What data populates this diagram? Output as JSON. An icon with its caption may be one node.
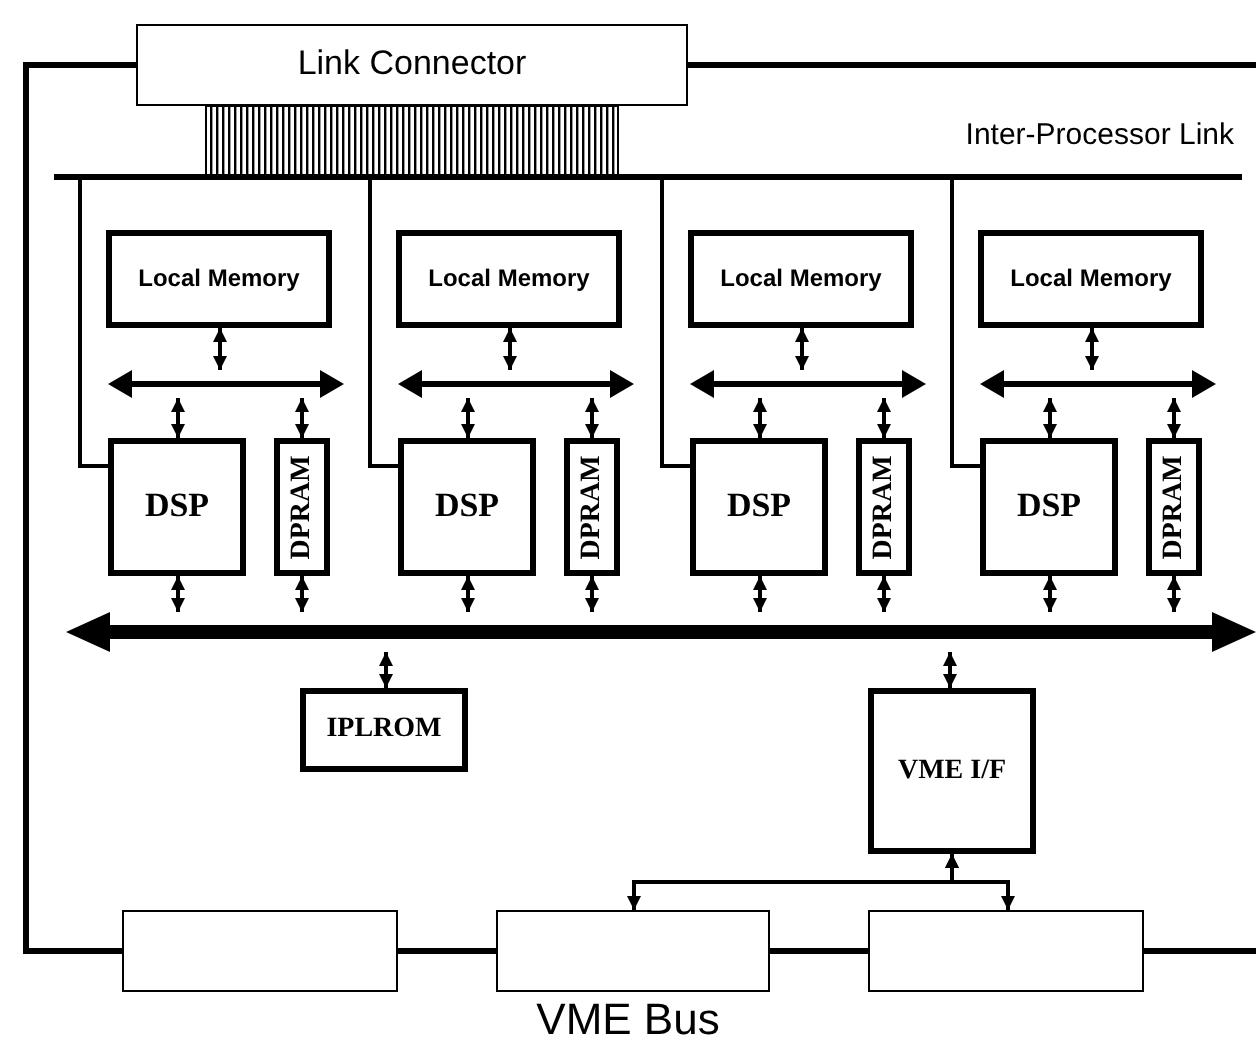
{
  "diagram": {
    "nodes": [
      {
        "text": [
          "Link Connector"
        ]
      },
      {
        "text": [
          "Inter-Processor Link"
        ]
      },
      {
        "text": [
          "Local Memory"
        ]
      },
      {
        "text": [],
        "shape": "bar"
      },
      {
        "text": [
          "DSP"
        ]
      },
      {
        "text": [
          "DPRAM"
        ]
      },
      {
        "text": [
          "Local Memory"
        ]
      },
      {
        "text": [],
        "shape": "bar"
      },
      {
        "text": [
          "DSP"
        ]
      },
      {
        "text": [
          "DPRAM"
        ]
      },
      {
        "text": [
          "Local Memory"
        ]
      },
      {
        "text": [],
        "shape": "bar"
      },
      {
        "text": [
          "DSP"
        ]
      },
      {
        "text": [
          "DPRAM"
        ]
      },
      {
        "text": [
          "Local Memory"
        ]
      },
      {
        "text": [],
        "shape": "bar"
      },
      {
        "text": [
          "DSP"
        ]
      },
      {
        "text": [
          "DPRAM"
        ]
      },
      {
        "text": [],
        "shape": "bar"
      },
      {
        "text": [
          "IPLROM"
        ]
      },
      {
        "text": [
          "VME I/F"
        ]
      },
      {
        "text": [],
        "shape": "box"
      },
      {
        "text": [],
        "shape": "box"
      },
      {
        "text": [],
        "shape": "box"
      }
    ],
    "edges": [
      {
        "from": 0,
        "to": 21,
        "arrow": "none"
      },
      {
        "from": 21,
        "to": 22,
        "arrow": "none"
      },
      {
        "from": 22,
        "to": 23,
        "arrow": "none"
      },
      {
        "from": 23,
        "to": null,
        "arrow": "none"
      },
      {
        "from": 0,
        "to": null,
        "arrow": "none"
      },
      {
        "from": 1,
        "to": 4,
        "arrow": "none"
      },
      {
        "from": 2,
        "to": 3,
        "arrow": "both"
      },
      {
        "from": 3,
        "to": 4,
        "arrow": "both"
      },
      {
        "from": 3,
        "to": 5,
        "arrow": "both"
      },
      {
        "from": 4,
        "to": 18,
        "arrow": "both"
      },
      {
        "from": 5,
        "to": 18,
        "arrow": "both"
      },
      {
        "from": 1,
        "to": 8,
        "arrow": "none"
      },
      {
        "from": 6,
        "to": 7,
        "arrow": "both"
      },
      {
        "from": 7,
        "to": 8,
        "arrow": "both"
      },
      {
        "from": 7,
        "to": 9,
        "arrow": "both"
      },
      {
        "from": 8,
        "to": 18,
        "arrow": "both"
      },
      {
        "from": 9,
        "to": 18,
        "arrow": "both"
      },
      {
        "from": 1,
        "to": 12,
        "arrow": "none"
      },
      {
        "from": 10,
        "to": 11,
        "arrow": "both"
      },
      {
        "from": 11,
        "to": 12,
        "arrow": "both"
      },
      {
        "from": 11,
        "to": 13,
        "arrow": "both"
      },
      {
        "from": 12,
        "to": 18,
        "arrow": "both"
      },
      {
        "from": 13,
        "to": 18,
        "arrow": "both"
      },
      {
        "from": 1,
        "to": 16,
        "arrow": "none"
      },
      {
        "from": 14,
        "to": 15,
        "arrow": "both"
      },
      {
        "from": 15,
        "to": 16,
        "arrow": "both"
      },
      {
        "from": 15,
        "to": 17,
        "arrow": "both"
      },
      {
        "from": 16,
        "to": 18,
        "arrow": "both"
      },
      {
        "from": 17,
        "to": 18,
        "arrow": "both"
      },
      {
        "from": 18,
        "to": 19,
        "arrow": "both"
      },
      {
        "from": 18,
        "to": 20,
        "arrow": "both"
      },
      {
        "from": 20,
        "to": 22,
        "arrow": "both"
      },
      {
        "from": 20,
        "to": 23,
        "arrow": "both"
      }
    ],
    "labels": [
      "VME Bus"
    ]
  }
}
